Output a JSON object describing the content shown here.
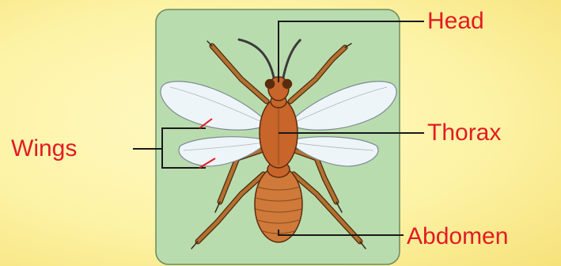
{
  "colors": {
    "label": "#e31b23",
    "panel": "#b9dcae",
    "body": "#c7652a",
    "wing": "#eef5f8"
  },
  "labels": {
    "head": "Head",
    "thorax": "Thorax",
    "abdomen": "Abdomen",
    "wings": "Wings"
  }
}
